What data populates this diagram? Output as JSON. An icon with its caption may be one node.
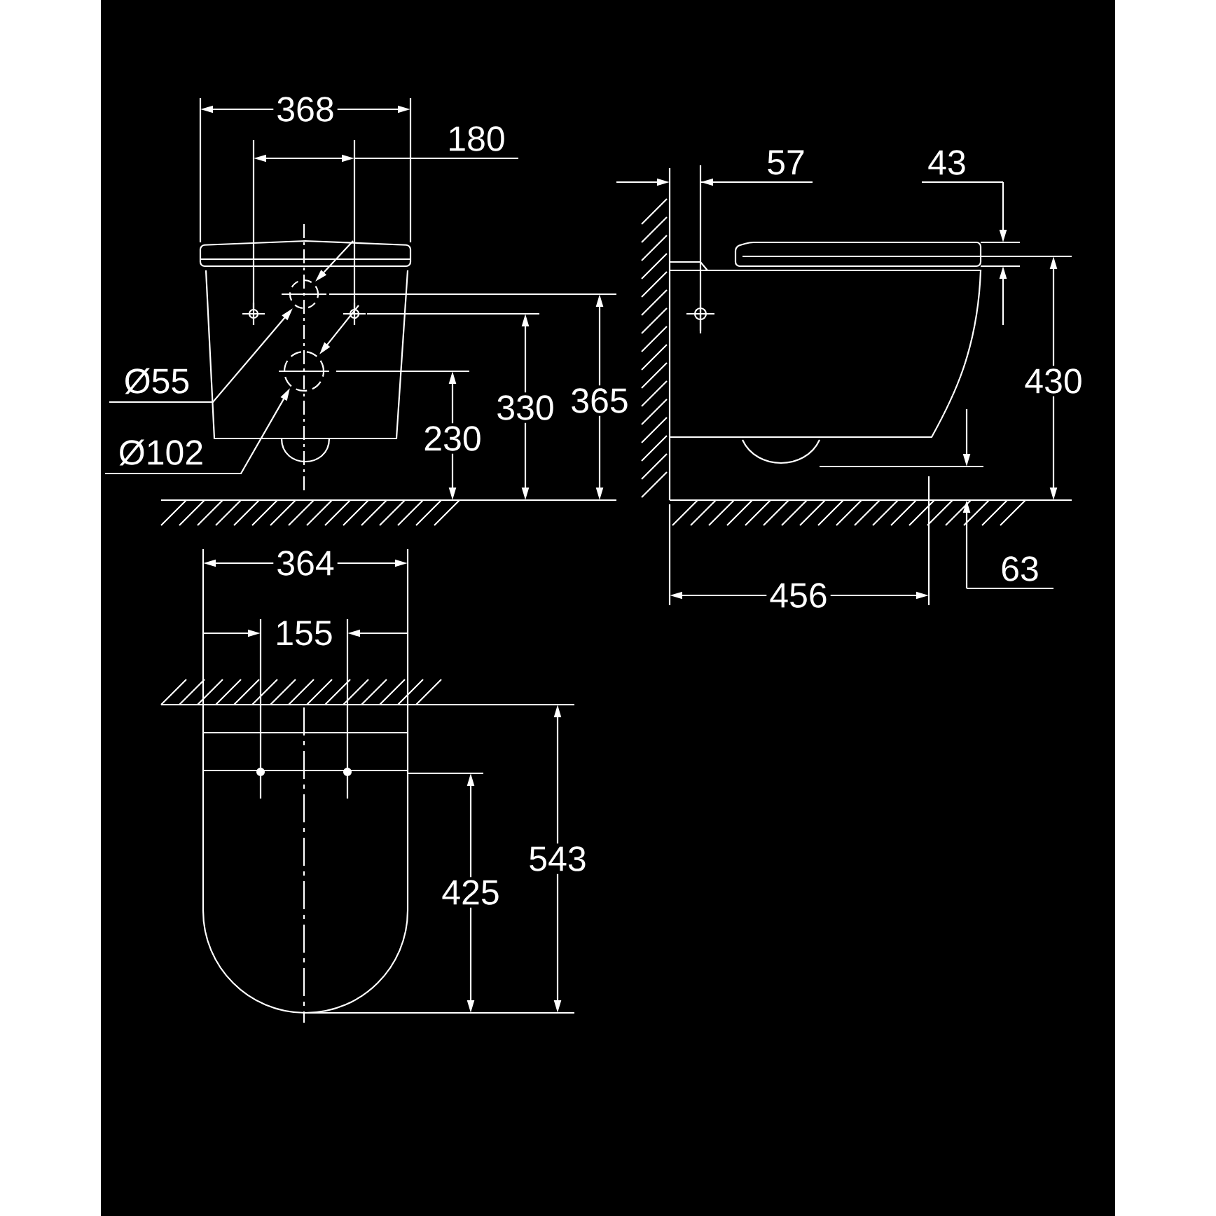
{
  "diagram": {
    "labels": [
      "368",
      "180",
      "57",
      "43",
      "Ø55",
      "330",
      "365",
      "430",
      "230",
      "Ø102",
      "364",
      "456",
      "63",
      "155",
      "543",
      "425"
    ]
  }
}
